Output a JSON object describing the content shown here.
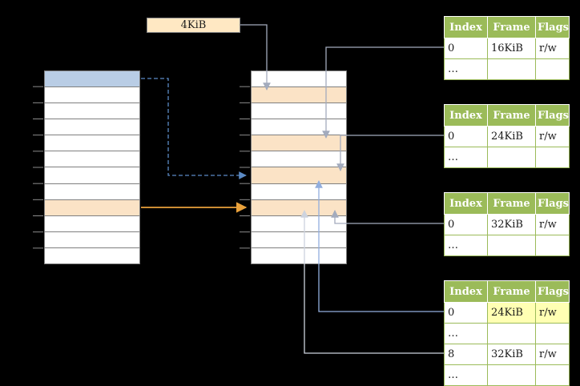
{
  "colors": {
    "background": "#000000",
    "table_header_bg": "#9bbb59",
    "table_header_text": "#ffffff",
    "table_border": "#9bbb59",
    "highlight_yellow": "#ffffb3",
    "row_blue": "#b9cde5",
    "row_orange": "#fbe3c6",
    "pointer_box_bg": "#ffe8c3",
    "arrow_gray": "#a3abbd",
    "arrow_blue": "#5b8ac5",
    "arrow_orange": "#e9a13b",
    "arrow_lightblue": "#92aede",
    "arrow_lightgray": "#cdd3de"
  },
  "pointer_box": {
    "label": "4KiB"
  },
  "virtual_memory": {
    "row_count": 12,
    "blue_row": 0,
    "orange_row": 8
  },
  "physical_memory": {
    "row_count": 12,
    "orange_rows": [
      1,
      4,
      6,
      8
    ]
  },
  "page_tables": [
    {
      "name": "page-table-1",
      "headers": [
        "Index",
        "Frame",
        "Flags"
      ],
      "rows": [
        {
          "index": "0",
          "frame": "16KiB",
          "flags": "r/w",
          "highlight": false
        },
        {
          "index": "…",
          "frame": "",
          "flags": "",
          "highlight": false
        }
      ]
    },
    {
      "name": "page-table-2",
      "headers": [
        "Index",
        "Frame",
        "Flags"
      ],
      "rows": [
        {
          "index": "0",
          "frame": "24KiB",
          "flags": "r/w",
          "highlight": false
        },
        {
          "index": "…",
          "frame": "",
          "flags": "",
          "highlight": false
        }
      ]
    },
    {
      "name": "page-table-3",
      "headers": [
        "Index",
        "Frame",
        "Flags"
      ],
      "rows": [
        {
          "index": "0",
          "frame": "32KiB",
          "flags": "r/w",
          "highlight": false
        },
        {
          "index": "…",
          "frame": "",
          "flags": "",
          "highlight": false
        }
      ]
    },
    {
      "name": "page-table-4",
      "headers": [
        "Index",
        "Frame",
        "Flags"
      ],
      "rows": [
        {
          "index": "0",
          "frame": "24KiB",
          "flags": "r/w",
          "highlight": true
        },
        {
          "index": "…",
          "frame": "",
          "flags": "",
          "highlight": false
        },
        {
          "index": "8",
          "frame": "32KiB",
          "flags": "r/w",
          "highlight": false
        },
        {
          "index": "…",
          "frame": "",
          "flags": "",
          "highlight": false
        }
      ]
    }
  ]
}
